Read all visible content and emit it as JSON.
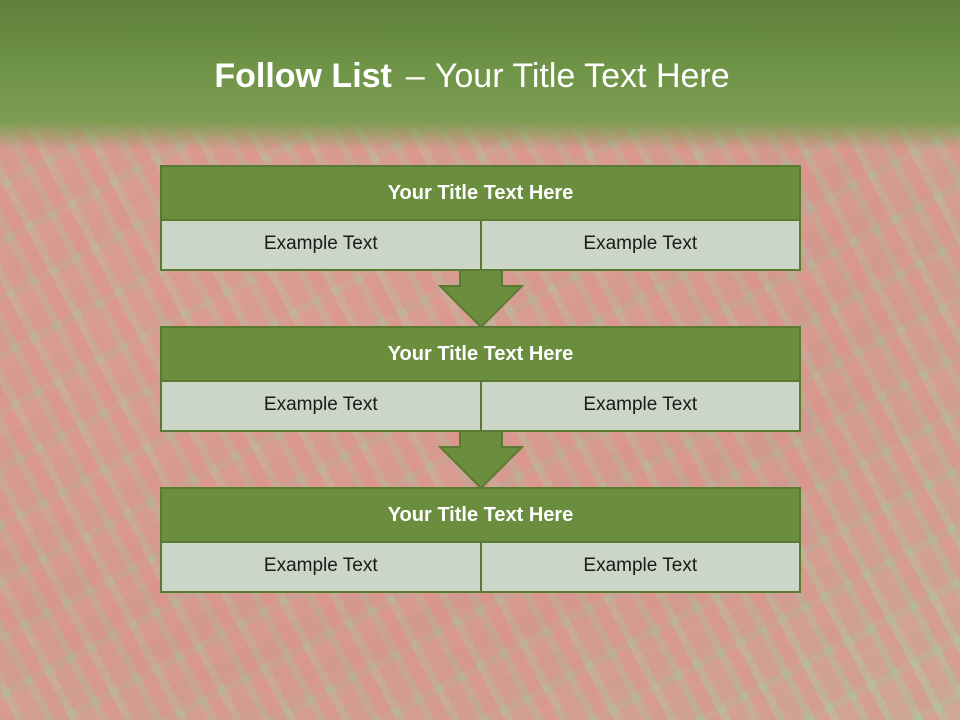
{
  "title": {
    "bold": "Follow List",
    "separator": "–",
    "rest": "Your Title Text Here"
  },
  "blocks": [
    {
      "heading": "Your Title Text Here",
      "cells": [
        "Example Text",
        "Example Text"
      ]
    },
    {
      "heading": "Your Title Text Here",
      "cells": [
        "Example Text",
        "Example Text"
      ]
    },
    {
      "heading": "Your Title Text Here",
      "cells": [
        "Example Text",
        "Example Text"
      ]
    }
  ],
  "colors": {
    "title_band": "#6f9447",
    "block_header": "#6b8e3e",
    "block_border": "#5a7a33",
    "cell_fill": "#ccd6c6",
    "arrow_fill": "#6b8e3e",
    "background_photo": "red chili peppers"
  },
  "icons": [
    "down-arrow-icon",
    "down-arrow-icon"
  ]
}
